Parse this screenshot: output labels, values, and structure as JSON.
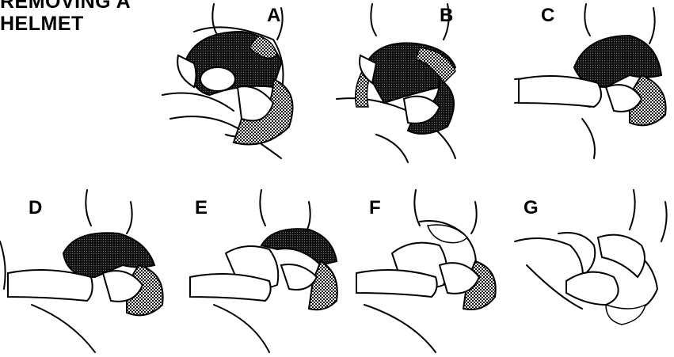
{
  "title": {
    "line1": "REMOVING A",
    "line2": "HELMET"
  },
  "panels": [
    {
      "label": "A",
      "step": "helmet on, hands support helmet sides"
    },
    {
      "label": "B",
      "step": "helmet tilted, chin strap released"
    },
    {
      "label": "C",
      "step": "helmet sliding off, head supported"
    },
    {
      "label": "D",
      "step": "face exposed, jaw supported"
    },
    {
      "label": "E",
      "step": "helmet further removed"
    },
    {
      "label": "F",
      "step": "helmet removed, head held"
    },
    {
      "label": "G",
      "step": "head stabilized"
    }
  ],
  "colors": {
    "ink": "#000000",
    "paper": "#ffffff",
    "helmet_fill": "#1a1a1a"
  }
}
